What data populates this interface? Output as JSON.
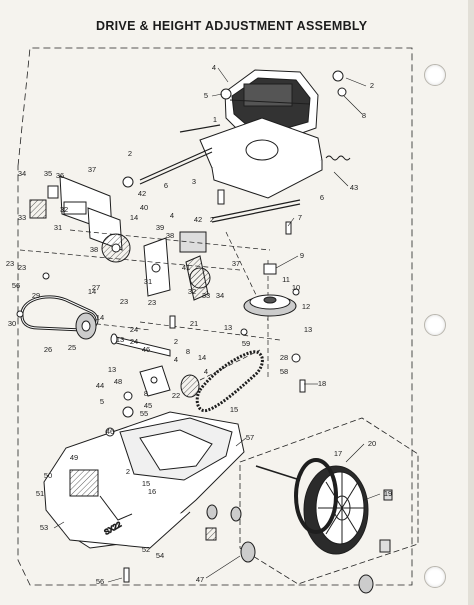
{
  "title": "DRIVE & HEIGHT ADJUSTMENT ASSEMBLY",
  "callouts": [
    "1",
    "2",
    "3",
    "4",
    "5",
    "6",
    "7",
    "8",
    "9",
    "10",
    "11",
    "12",
    "13",
    "14",
    "15",
    "16",
    "17",
    "18",
    "19",
    "20",
    "21",
    "22",
    "23",
    "24",
    "25",
    "26",
    "27",
    "28",
    "29",
    "30",
    "31",
    "32",
    "33",
    "34",
    "35",
    "36",
    "37",
    "38",
    "39",
    "40",
    "41",
    "42",
    "43",
    "44",
    "45",
    "46",
    "47",
    "48",
    "49",
    "50",
    "51",
    "52",
    "53",
    "54",
    "55",
    "56",
    "57",
    "58",
    "59"
  ],
  "colors": {
    "ink": "#1e1e1e",
    "paper": "#f5f3ee",
    "hole": "#ffffff"
  }
}
